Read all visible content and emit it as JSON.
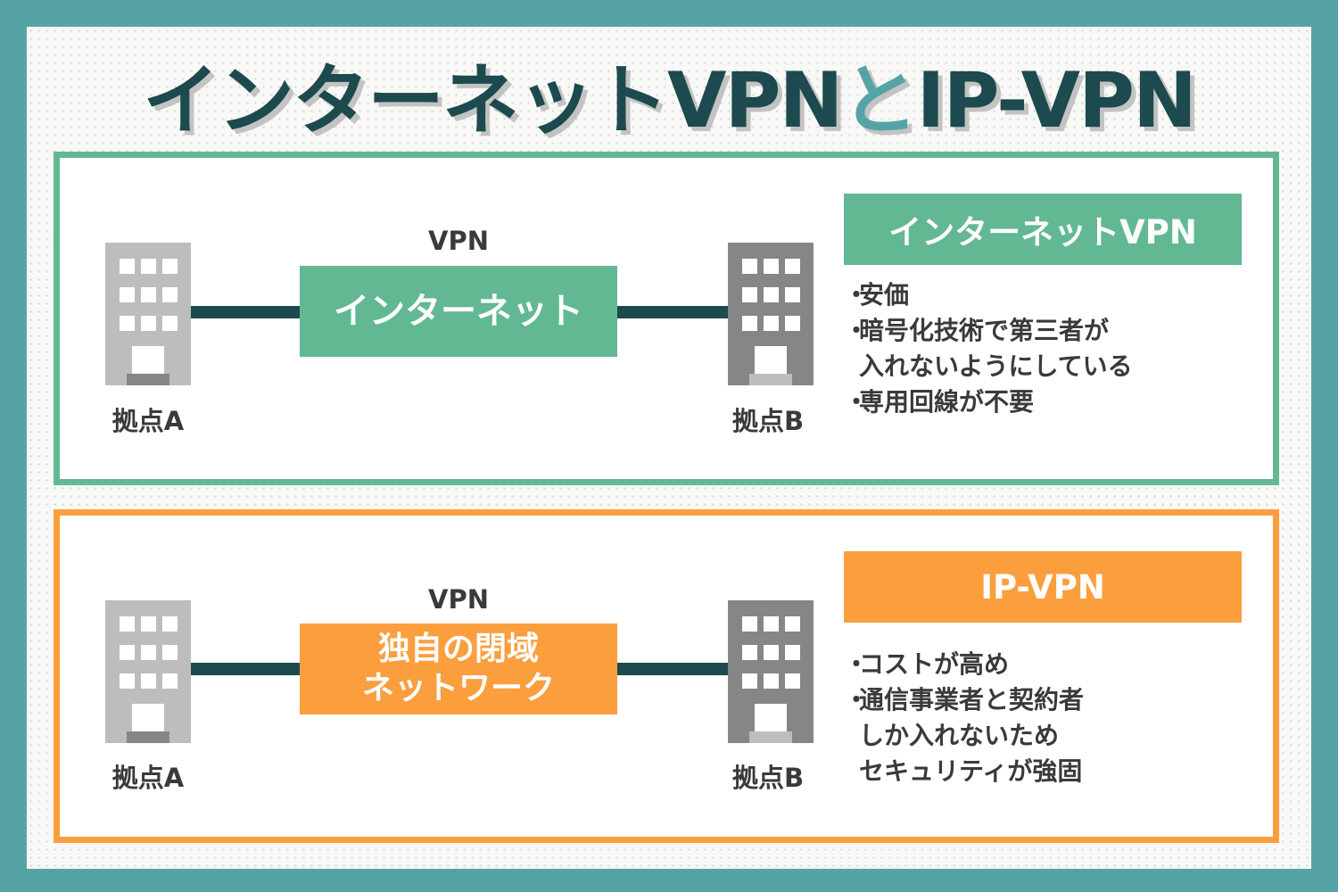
{
  "title": {
    "main": "インターネットVPN",
    "connector": "と",
    "second": "IP-VPN"
  },
  "colors": {
    "frame": "#56a3a6",
    "dark": "#1c4a4e",
    "green": "#63b894",
    "orange": "#fb9f3e",
    "building_light": "#bdbdbd",
    "building_dark": "#868686"
  },
  "internet_vpn": {
    "vpn_label": "VPN",
    "network_box": "インターネット",
    "site_a": "拠点A",
    "site_b": "拠点B",
    "header": "インターネットVPN",
    "bullet": "・",
    "features": [
      {
        "text": "安価"
      },
      {
        "text": "暗号化技術で第三者が",
        "cont": "入れないようにしている"
      },
      {
        "text": "専用回線が不要"
      }
    ]
  },
  "ip_vpn": {
    "vpn_label": "VPN",
    "network_box_line1": "独自の閉域",
    "network_box_line2": "ネットワーク",
    "site_a": "拠点A",
    "site_b": "拠点B",
    "header": "IP-VPN",
    "bullet": "・",
    "features": [
      {
        "text": "コストが高め"
      },
      {
        "text": "通信事業者と契約者",
        "cont": "しか入れないため",
        "cont2": "セキュリティが強固"
      }
    ]
  }
}
